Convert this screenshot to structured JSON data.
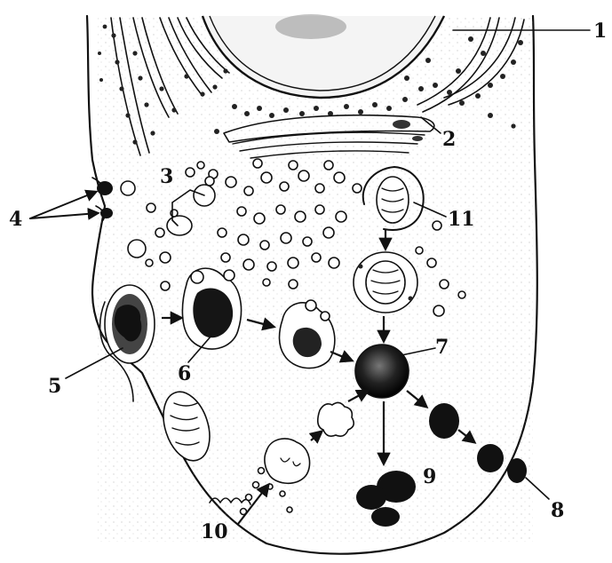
{
  "figure": {
    "labels": [
      "1",
      "2",
      "3",
      "4",
      "5",
      "6",
      "7",
      "8",
      "9",
      "10",
      "11"
    ]
  },
  "palette": {
    "ink": "#111111",
    "paper": "#ffffff",
    "stipple": "#9a9a9a"
  }
}
